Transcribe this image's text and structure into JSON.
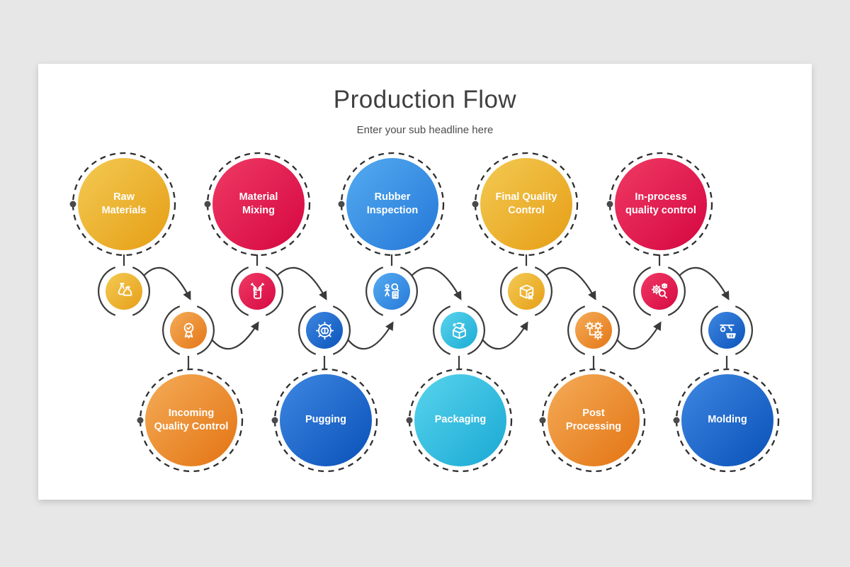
{
  "slide": {
    "title": "Production Flow",
    "subtitle": "Enter your sub headline here"
  },
  "canvas": {
    "background": "#e8e7e7",
    "slide_background": "#ffffff",
    "title_color": "#3f3f3f",
    "subtitle_color": "#4c4c4c",
    "connector_color": "#3a3a3a",
    "dashed_ring_color": "#2e2e2e",
    "node_label_color": "#ffffff"
  },
  "diagram": {
    "description": "Zigzag production flow of 10 circular steps connected by curved arrows",
    "nodes": [
      {
        "label": "Raw Materials",
        "label_lines": [
          "Raw",
          "Materials"
        ],
        "row": "top",
        "col": 0,
        "icon": "flask-sack-icon",
        "color_from": "#F3CA53",
        "color_to": "#E8A41E"
      },
      {
        "label": "Incoming Quality Control",
        "label_lines": [
          "Incoming",
          "Quality Control"
        ],
        "row": "bottom",
        "col": 0,
        "icon": "award-badge-icon",
        "color_from": "#F4AC58",
        "color_to": "#E67C1D"
      },
      {
        "label": "Material Mixing",
        "label_lines": [
          "Material",
          "Mixing"
        ],
        "row": "top",
        "col": 1,
        "icon": "droppers-beaker-icon",
        "color_from": "#EF3A64",
        "color_to": "#D90E46"
      },
      {
        "label": "Pugging",
        "label_lines": [
          "Pugging"
        ],
        "row": "bottom",
        "col": 1,
        "icon": "gear-brain-icon",
        "color_from": "#3E87E2",
        "color_to": "#1159BE"
      },
      {
        "label": "Rubber Inspection",
        "label_lines": [
          "Rubber",
          "Inspection"
        ],
        "row": "top",
        "col": 2,
        "icon": "inspector-magnifier-icon",
        "color_from": "#55ABF0",
        "color_to": "#2B7FDC"
      },
      {
        "label": "Packaging",
        "label_lines": [
          "Packaging"
        ],
        "row": "bottom",
        "col": 2,
        "icon": "open-box-arrow-icon",
        "color_from": "#58D4EC",
        "color_to": "#23AFD8"
      },
      {
        "label": "Final Quality Control",
        "label_lines": [
          "Final Quality",
          "Control"
        ],
        "row": "top",
        "col": 3,
        "icon": "box-ribbon-icon",
        "color_from": "#F3CA53",
        "color_to": "#E8A41E"
      },
      {
        "label": "Post Processing",
        "label_lines": [
          "Post",
          "Processing"
        ],
        "row": "bottom",
        "col": 3,
        "icon": "gears-check-icon",
        "color_from": "#F4AC58",
        "color_to": "#E67C1D"
      },
      {
        "label": "In-process quality control",
        "label_lines": [
          "In-process",
          "quality control"
        ],
        "row": "top",
        "col": 4,
        "icon": "gear-magnifier-box-icon",
        "color_from": "#EF3A64",
        "color_to": "#D90E46"
      },
      {
        "label": "Molding",
        "label_lines": [
          "Molding"
        ],
        "row": "bottom",
        "col": 4,
        "icon": "molding-machine-icon",
        "color_from": "#3E87E2",
        "color_to": "#1159BE"
      }
    ],
    "flow_order": [
      "Raw Materials",
      "Incoming Quality Control",
      "Material Mixing",
      "Pugging",
      "Rubber Inspection",
      "Packaging",
      "Final Quality Control",
      "Post Processing",
      "In-process quality control",
      "Molding"
    ]
  }
}
